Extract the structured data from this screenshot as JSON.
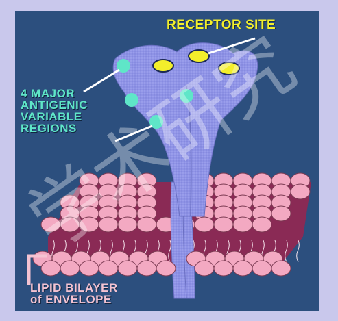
{
  "labels": {
    "receptor_site": "RECEPTOR SITE",
    "antigenic": [
      "4 MAJOR",
      "ANTIGENIC",
      "VARIABLE",
      "REGIONS"
    ],
    "lipid": [
      "LIPID BILAYER",
      "of ENVELOPE"
    ]
  },
  "colors": {
    "background": "#2c4f7e",
    "protein": "#8f93e6",
    "receptor_pocket": "#f3ef2b",
    "antigenic_spot": "#5fe6c8",
    "lipid_head": "#f3a9c2",
    "bilayer_band": "#8a2a55"
  },
  "watermark": "学术研究"
}
